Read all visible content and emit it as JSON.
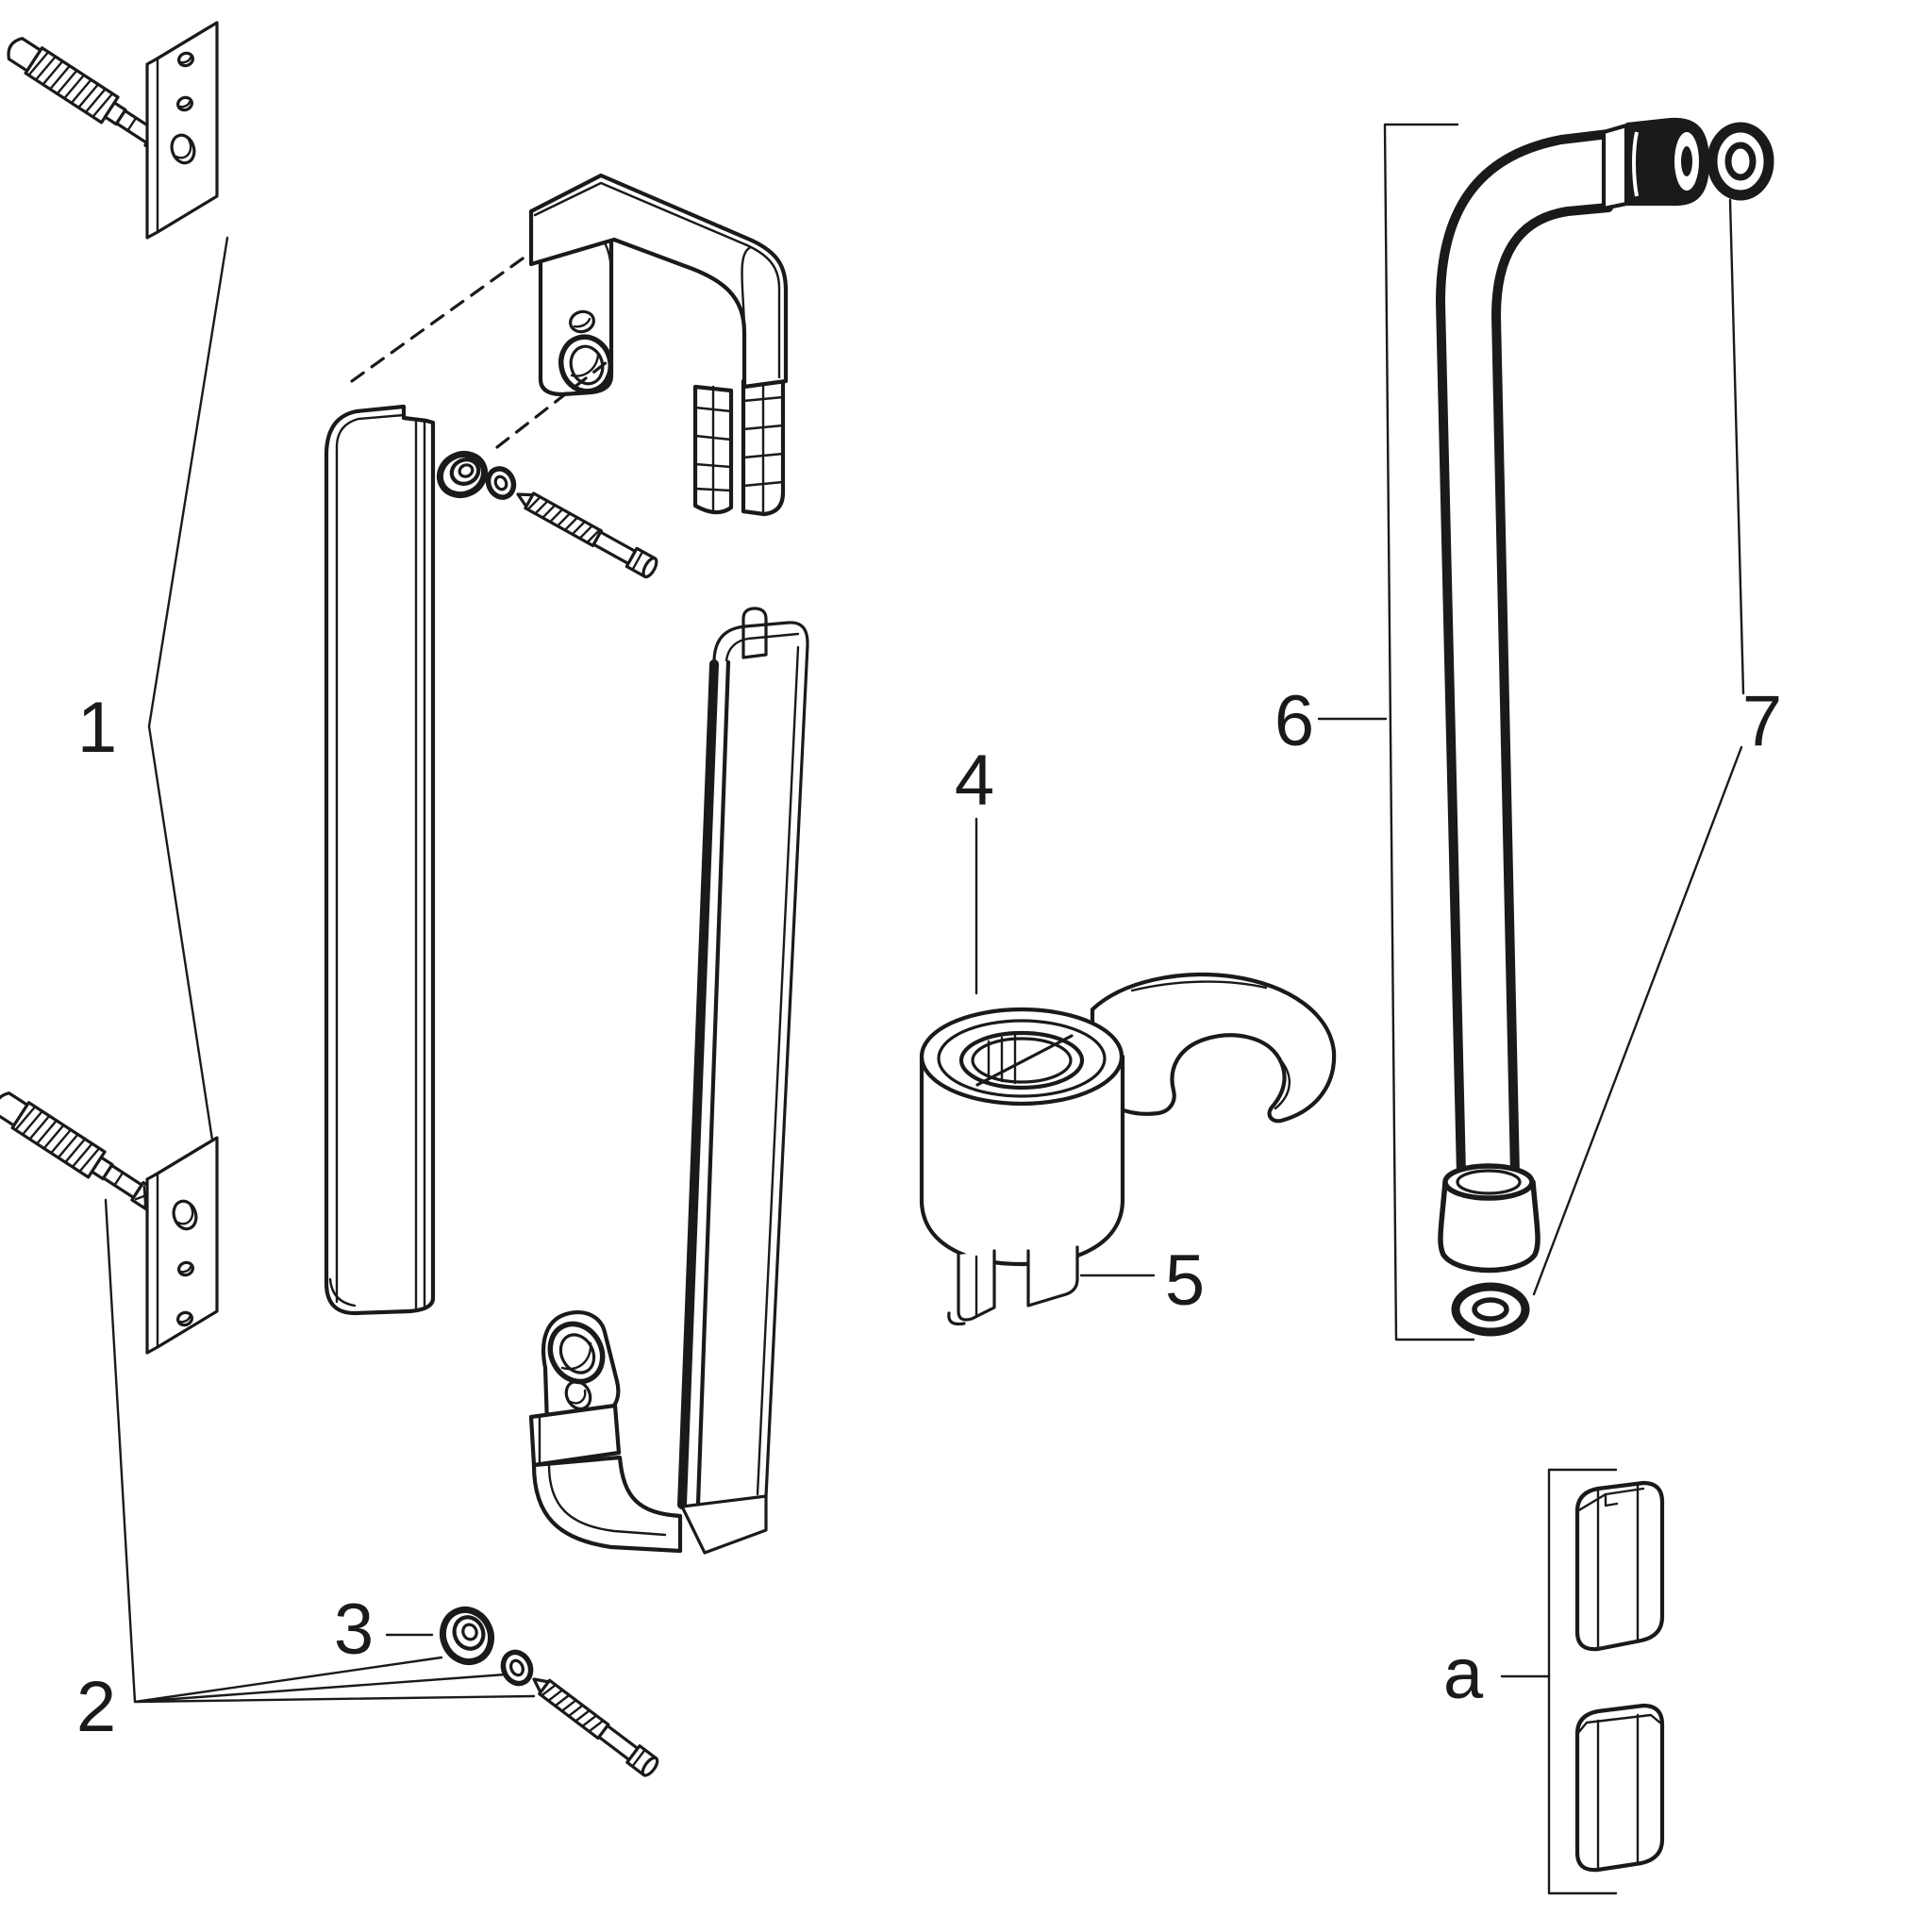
{
  "diagram": {
    "type": "exploded-parts-diagram",
    "subject": "shower wall bar assembly",
    "background_color": "#ffffff",
    "line_color": "#1a1a1a",
    "callouts": {
      "c1": "1",
      "c2": "2",
      "c3": "3",
      "c4": "4",
      "c5": "5",
      "c6": "6",
      "c7": "7",
      "ca": "a"
    },
    "parts": [
      {
        "label": "1",
        "name": "wall-plates-and-anchors"
      },
      {
        "label": "2",
        "name": "fixing-screw-set"
      },
      {
        "label": "3",
        "name": "washer-nut"
      },
      {
        "label": "4",
        "name": "slider"
      },
      {
        "label": "5",
        "name": "slider-tabs"
      },
      {
        "label": "6",
        "name": "wall-bar-tube"
      },
      {
        "label": "7",
        "name": "seal-rings"
      },
      {
        "label": "a",
        "name": "cover-caps"
      }
    ]
  }
}
